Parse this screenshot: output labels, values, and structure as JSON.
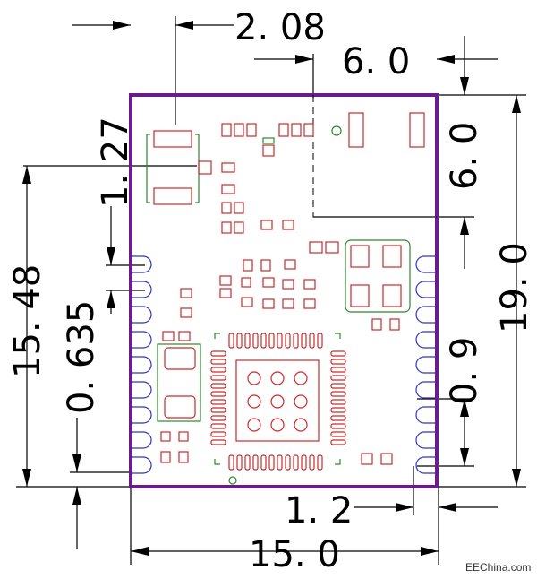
{
  "dimensions": {
    "top_pad_width": "2. 08",
    "antenna_width": "6. 0",
    "antenna_height": "6. 0",
    "pin_pitch_label": "1. 27",
    "pin_offset": "15. 48",
    "pad_height": "0. 635",
    "board_height": "19. 0",
    "pad_width": "0. 9",
    "edge_offset": "1. 2",
    "board_width": "15. 0"
  },
  "watermark": "EEChina.com",
  "colors": {
    "board": "#6a1c8a",
    "pads": "#cc2a2a",
    "outline": "#2a8a2a",
    "castellation": "#3030c8",
    "dimension": "#000000"
  }
}
